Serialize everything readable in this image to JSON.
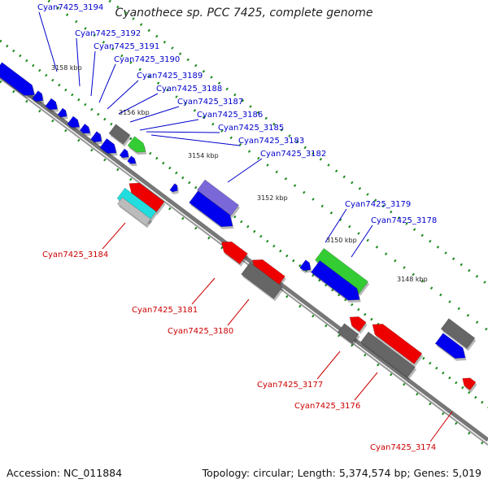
{
  "title": "Cyanothece sp. PCC 7425, complete genome",
  "accession": "Accession: NC_011884",
  "summary": "Topology: circular; Length: 5,374,574 bp; Genes: 5,019",
  "colors": {
    "forward_gene": "#0000ee",
    "reverse_gene": "#ee0000",
    "backbone": "#777777",
    "tick": "#1a8a1a",
    "label_forward": "#0000cc",
    "label_reverse": "#cc0000",
    "gray_feature": "#666666",
    "green_feature": "#33cc33",
    "purple_feature": "#7b68d8",
    "cyan_feature": "#22dddd",
    "light_gray_feature": "#bbbbbb"
  },
  "ticks": [
    "3158 kbp",
    "3156 kbp",
    "3154 kbp",
    "3152 kbp",
    "3150 kbp",
    "3148 kbp"
  ],
  "gene_labels_forward": [
    "Cyan7425_3194",
    "Cyan7425_3192",
    "Cyan7425_3191",
    "Cyan7425_3190",
    "Cyan7425_3189",
    "Cyan7425_3188",
    "Cyan7425_3187",
    "Cyan7425_3186",
    "Cyan7425_3185",
    "Cyan7425_3183",
    "Cyan7425_3182",
    "Cyan7425_3179",
    "Cyan7425_3178"
  ],
  "gene_labels_reverse": [
    "Cyan7425_3184",
    "Cyan7425_3181",
    "Cyan7425_3180",
    "Cyan7425_3177",
    "Cyan7425_3176",
    "Cyan7425_3174"
  ]
}
